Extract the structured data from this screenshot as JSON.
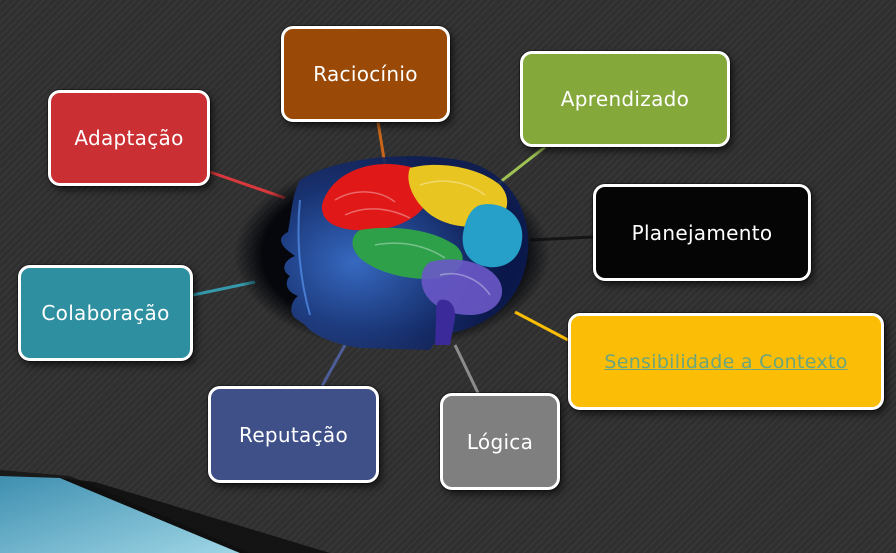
{
  "diagram": {
    "center": {
      "image": "brain-illustration"
    },
    "nodes": [
      {
        "id": "raciocinio",
        "label": "Raciocínio",
        "color": "#9a4a06"
      },
      {
        "id": "aprendizado",
        "label": "Aprendizado",
        "color": "#84a83a"
      },
      {
        "id": "adaptacao",
        "label": "Adaptação",
        "color": "#c92f33"
      },
      {
        "id": "planejamento",
        "label": "Planejamento",
        "color": "#050505"
      },
      {
        "id": "colaboracao",
        "label": "Colaboração",
        "color": "#2e8fa0"
      },
      {
        "id": "sensibilidade",
        "label": "Sensibilidade a Contexto",
        "color": "#fbbd05"
      },
      {
        "id": "reputacao",
        "label": "Reputação",
        "color": "#3f5089"
      },
      {
        "id": "logica",
        "label": "Lógica",
        "color": "#7f7f7f"
      }
    ]
  },
  "theme": {
    "background": "#2f2f2f",
    "accent_corner": "#4aa3c0"
  }
}
